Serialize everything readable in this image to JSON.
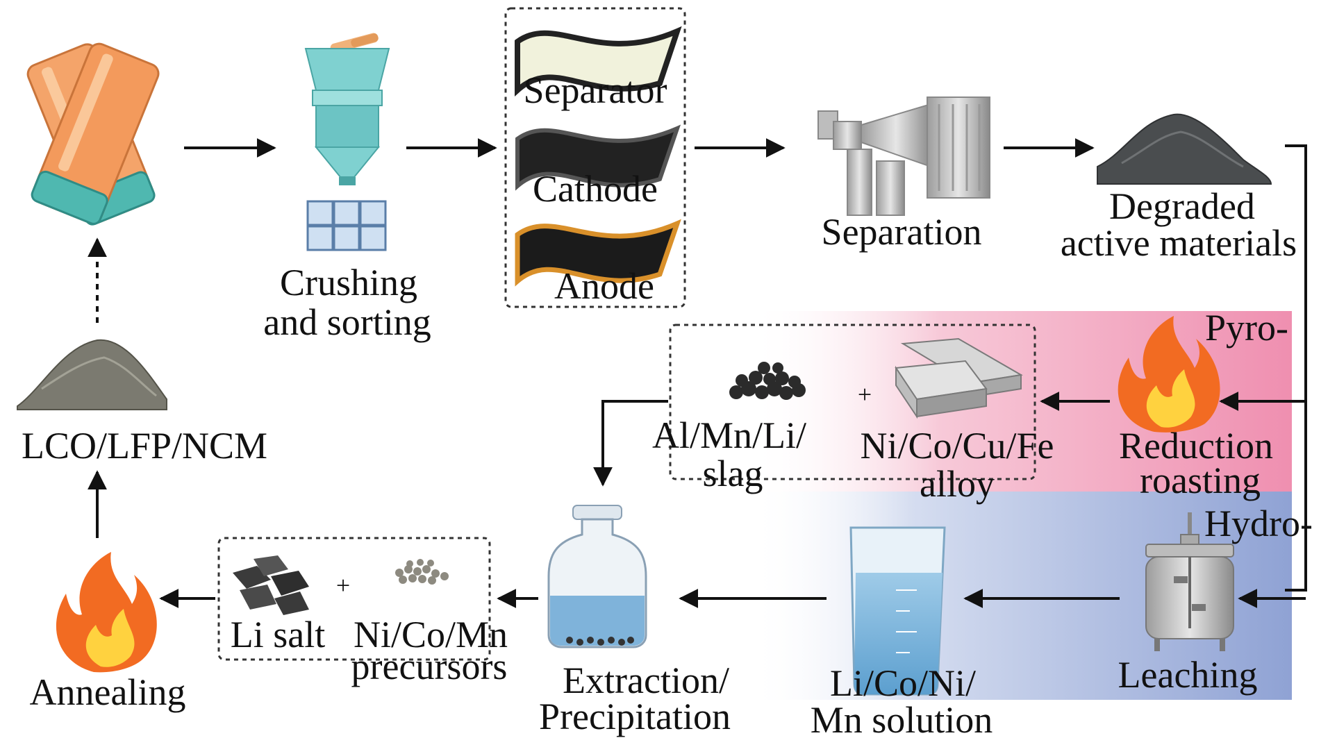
{
  "diagram": {
    "labels": {
      "separator": "Separator",
      "cathode": "Cathode",
      "anode": "Anode",
      "crushing_line1": "Crushing",
      "crushing_line2": "and sorting",
      "separation": "Separation",
      "degraded_line1": "Degraded",
      "degraded_line2": "active materials",
      "pyro": "Pyro-",
      "hydro": "Hydro-",
      "reduction_line1": "Reduction",
      "reduction_line2": "roasting",
      "slag_line1": "Al/Mn/Li/",
      "slag_line2": "slag",
      "alloy_line1": "Ni/Co/Cu/Fe",
      "alloy_line2": "alloy",
      "plus": "+",
      "leaching": "Leaching",
      "solution_line1": "Li/Co/Ni/",
      "solution_line2": "Mn solution",
      "extraction_line1": "Extraction/",
      "extraction_line2": "Precipitation",
      "li_salt": "Li salt",
      "precursors_line1": "Ni/Co/Mn",
      "precursors_line2": "precursors",
      "annealing": "Annealing",
      "cathode_material": "LCO/LFP/NCM"
    },
    "colors": {
      "pyro_region": "#f3a7c0",
      "hydro_region": "#a8b6dc",
      "battery_orange": "#f4a46a",
      "battery_teal": "#4fb8b0",
      "crusher_teal": "#7fd1d0",
      "flame_orange": "#f26b22",
      "flame_yellow": "#ffd23f",
      "anode_edge": "#d9902a",
      "separator_fill": "#f1f2dc",
      "powder_dark": "#4a4d4f",
      "powder_grey": "#7b7a70",
      "arrow": "#111111",
      "dashed_box": "#333333"
    },
    "icons": [
      "battery-icon",
      "crusher-icon",
      "electrode-sheets-icon",
      "separator-machine-icon",
      "powder-pile-icon",
      "flame-icon",
      "slag-pellets-icon",
      "metal-ingot-icon",
      "leaching-reactor-icon",
      "beaker-icon",
      "bottle-icon",
      "salt-cubes-icon",
      "precursor-beads-icon"
    ]
  }
}
